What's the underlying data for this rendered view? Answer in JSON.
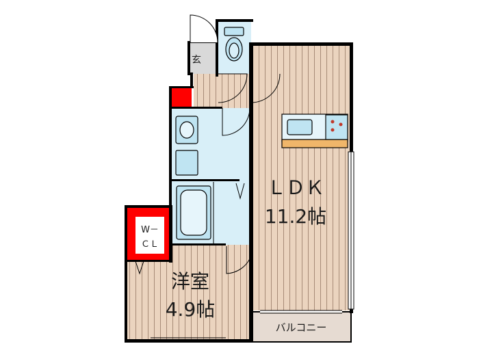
{
  "rooms": {
    "ldk": {
      "name": "ＬＤＫ",
      "size": "11.2帖"
    },
    "western": {
      "name": "洋室",
      "size": "4.9帖"
    },
    "walk_in_closet": {
      "line1": "W－",
      "line2": "ＣＬ"
    },
    "entrance": {
      "label": "玄"
    },
    "balcony": {
      "label": "バルコニー"
    }
  },
  "colors": {
    "floor_wood": "#e9d2bd",
    "floor_stripe": "#a88c78",
    "wet_area": "#d6eef8",
    "fixture": "#bfe4f2",
    "closet_red": "#ff0000",
    "wall": "#000000",
    "counter": "#f0b66a"
  }
}
